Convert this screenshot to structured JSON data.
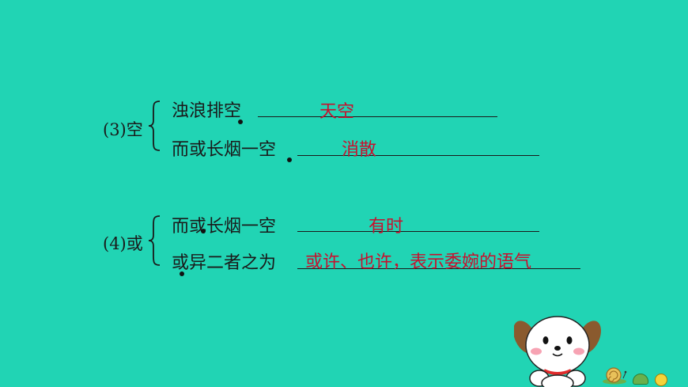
{
  "sections": [
    {
      "label": "(3)空",
      "rows": [
        {
          "text": "浊浪排空",
          "answer": "天空"
        },
        {
          "text": "而或长烟一空",
          "answer": "消散"
        }
      ]
    },
    {
      "label": "(4)或",
      "rows": [
        {
          "text": "而或长烟一空",
          "answer": "有时"
        },
        {
          "text": "或异二者之为",
          "answer": "或许、也许，表示委婉的语气"
        }
      ]
    }
  ],
  "colors": {
    "background": "#21d4b4",
    "answer": "#c8102e",
    "text": "#1a1a1a"
  },
  "decoration": {
    "mascot": "cartoon-puppy",
    "snail": "snail-icon"
  }
}
